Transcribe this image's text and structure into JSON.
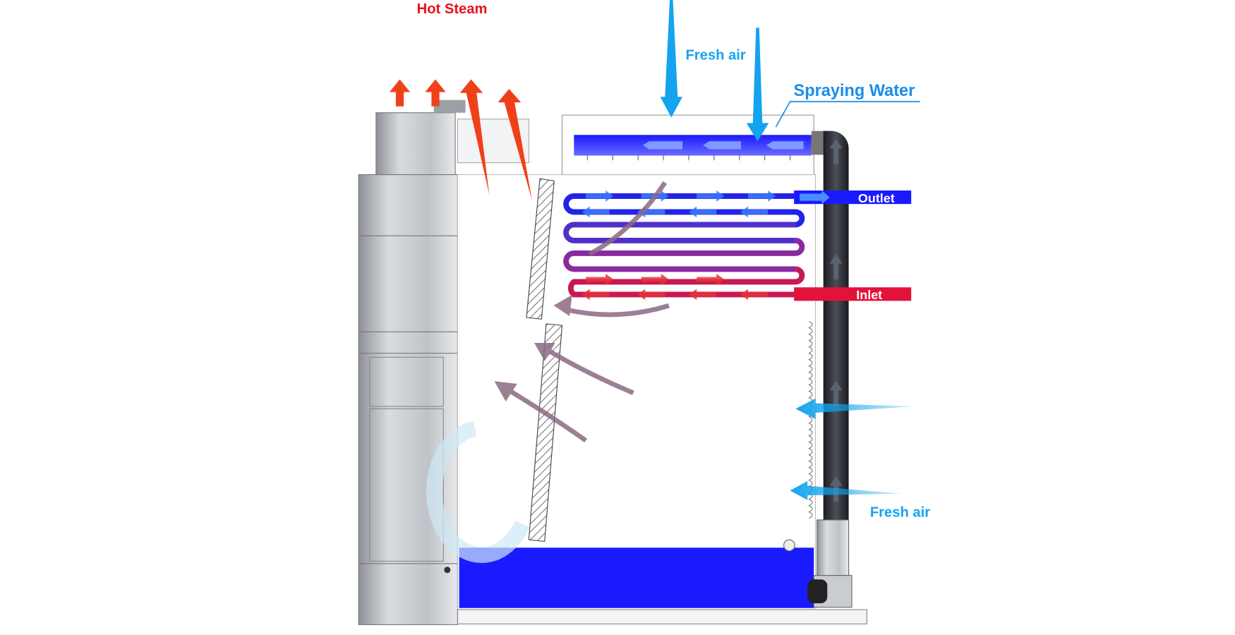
{
  "labels": {
    "hot_steam": "Hot Steam",
    "fresh_air_top": "Fresh air",
    "spraying_water": "Spraying Water",
    "outlet": "Outlet",
    "inlet": "Inlet",
    "fresh_air_side": "Fresh air"
  },
  "colors": {
    "hot": "#e8121b",
    "air": "#14a3ee",
    "water": "#1a1aff",
    "pipe": "#2a2d33",
    "return_air": "#8a6a82"
  }
}
